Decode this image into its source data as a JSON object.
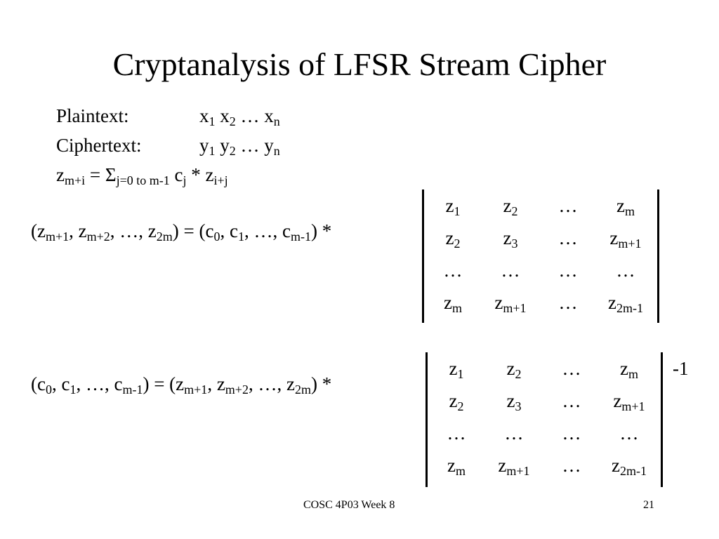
{
  "title": "Cryptanalysis of LFSR Stream Cipher",
  "plaintext": {
    "label": "Plaintext:",
    "x1": "x",
    "s1": "1",
    "x2": "x",
    "s2": "2",
    "dots": "…",
    "xn": "x",
    "sn": "n"
  },
  "ciphertext": {
    "label": "Ciphertext:",
    "y1": "y",
    "s1": "1",
    "y2": "y",
    "s2": "2",
    "dots": "…",
    "yn": "y",
    "sn": "n"
  },
  "recurrence": {
    "z": "z",
    "zsub": "m+i",
    "eq": " = Σ",
    "sigma_sub": "j=0 to m-1",
    "c": " c",
    "csub": "j",
    "star": " * z",
    "zsub2": "i+j"
  },
  "equation1": {
    "p1": "(z",
    "s1": "m+1",
    "p2": ", z",
    "s2": "m+2",
    "p3": ", …, z",
    "s3": "2m",
    "p4": ") = (c",
    "s4": "0",
    "p5": ", c",
    "s5": "1",
    "p6": ", …, c",
    "s6": "m-1",
    "p7": ") *"
  },
  "equation2": {
    "p1": "(c",
    "s1": "0",
    "p2": ", c",
    "s2": "1",
    "p3": ", …, c",
    "s3": "m-1",
    "p4": ")  = (z",
    "s4": "m+1",
    "p5": ", z",
    "s5": "m+2",
    "p6": ", …, z",
    "s6": "2m",
    "p7": ") *"
  },
  "matrix": {
    "rows": [
      [
        {
          "b": "z",
          "s": "1"
        },
        {
          "b": "z",
          "s": "2"
        },
        {
          "b": "…",
          "s": ""
        },
        {
          "b": "z",
          "s": "m"
        }
      ],
      [
        {
          "b": "z",
          "s": "2"
        },
        {
          "b": "z",
          "s": "3"
        },
        {
          "b": "…",
          "s": ""
        },
        {
          "b": "z",
          "s": "m+1"
        }
      ],
      [
        {
          "b": "…",
          "s": ""
        },
        {
          "b": "…",
          "s": ""
        },
        {
          "b": "…",
          "s": ""
        },
        {
          "b": "…",
          "s": ""
        }
      ],
      [
        {
          "b": "z",
          "s": "m"
        },
        {
          "b": "z",
          "s": "m+1"
        },
        {
          "b": "…",
          "s": ""
        },
        {
          "b": "z",
          "s": "2m-1"
        }
      ]
    ]
  },
  "inverse_label": "-1",
  "footer": {
    "course": "COSC 4P03 Week 8",
    "page": "21"
  }
}
